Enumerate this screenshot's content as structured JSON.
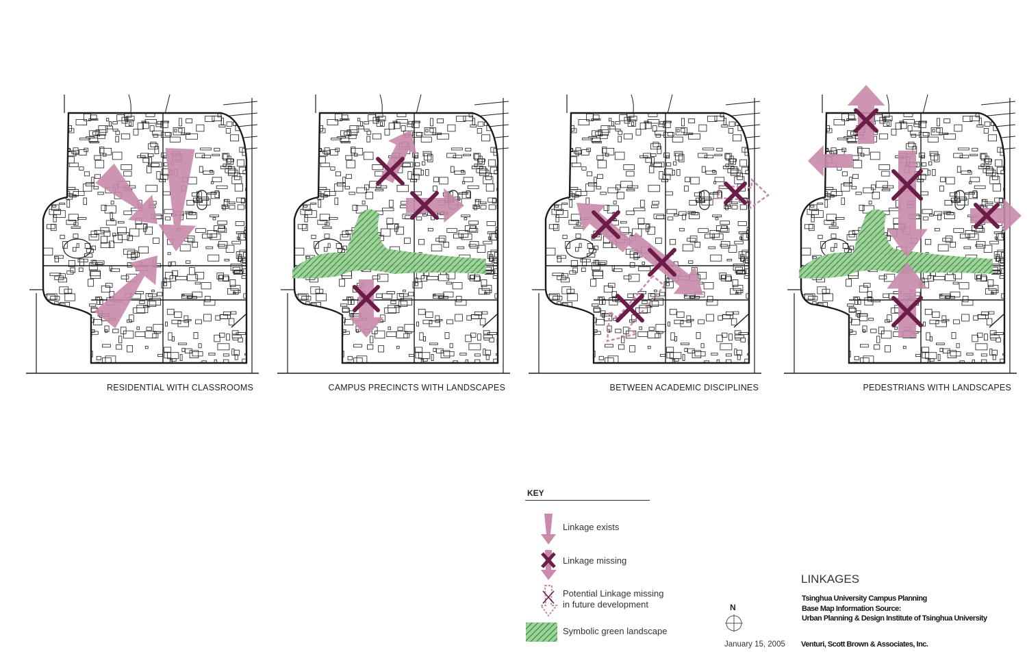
{
  "panels": [
    {
      "caption": "RESIDENTIAL WITH CLASSROOMS"
    },
    {
      "caption": "CAMPUS PRECINCTS WITH LANDSCAPES"
    },
    {
      "caption": "BETWEEN ACADEMIC DISCIPLINES"
    },
    {
      "caption": "PEDESTRIANS WITH LANDSCAPES"
    }
  ],
  "key": {
    "title": "KEY",
    "items": [
      {
        "label": "Linkage exists",
        "icon": "pink-arrow-icon"
      },
      {
        "label": "Linkage missing",
        "icon": "crossed-arrow-icon"
      },
      {
        "label_line1": "Potential Linkage missing",
        "label_line2": "in future development",
        "icon": "dashed-crossed-arrow-icon"
      },
      {
        "label": "Symbolic green landscape",
        "icon": "green-hatch-icon"
      }
    ]
  },
  "title_block": {
    "title": "LINKAGES",
    "line1": "Tsinghua University Campus Planning",
    "line2": "Base Map Information Source:",
    "line3": "Urban Planning & Design Institute of Tsinghua University",
    "date": "January 15, 2005",
    "firm": "Venturi, Scott Brown & Associates, Inc.",
    "north_label": "N"
  },
  "colors": {
    "linkage": "#c98aab",
    "cross": "#6b1d48",
    "green": "#4fa04f",
    "line": "#1a1a1a"
  }
}
